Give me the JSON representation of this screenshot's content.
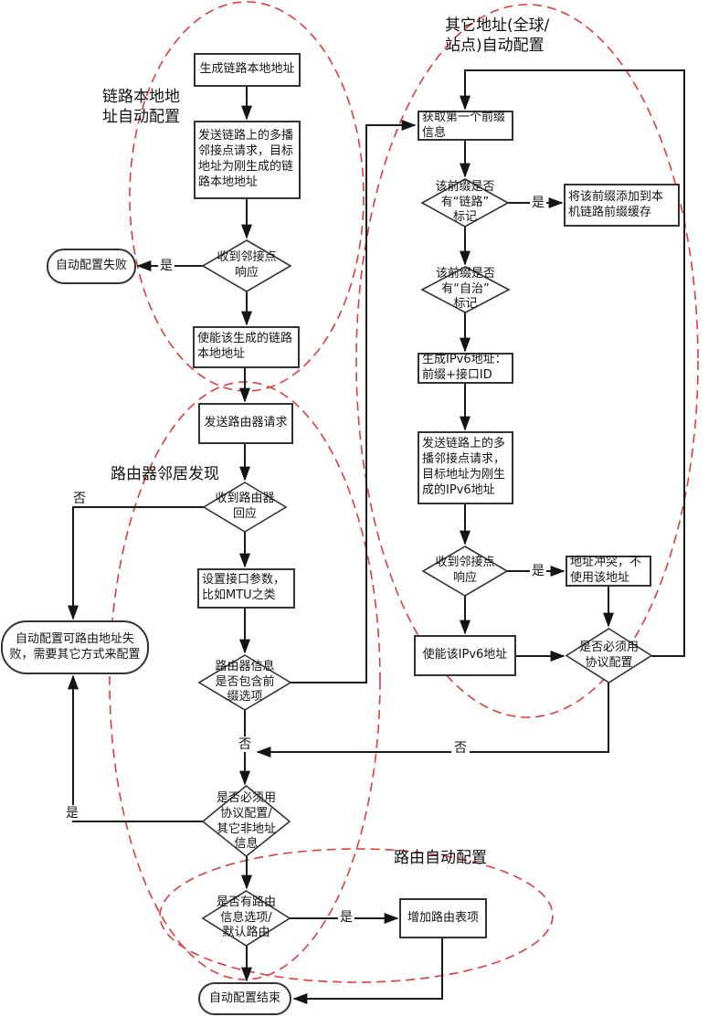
{
  "sections": {
    "link_local": "链路本地地\n址自动配置",
    "router_nd": "路由器邻居发现",
    "other_addr": "其它地址(全球/\n站点)自动配置",
    "route_auto": "路由自动配置"
  },
  "nodes": {
    "gen_link_local": "生成链路本地地址",
    "send_ns_link_local": "发送链路上的多播\n邻接点请求，目标\n地址为刚生成的链\n路本地地址",
    "recv_neighbor_resp1": "收到邻接点\n响应",
    "autoconfig_fail": "自动配置失败",
    "enable_link_local": "使能该生成的链路\n本地地址",
    "send_rs": "发送路由器请求",
    "recv_router_resp": "收到路由器\n回应",
    "set_iface_params": "设置接口参数，\n比如MTU之类",
    "routable_fail": "自动配置可路由地址失\n败，需要其它方式来配置",
    "router_info_prefix": "路由器信息\n是否包含前\n缀选项",
    "need_proto_other": "是否必须用\n协议配置/\n其它非地址\n信息",
    "route_info_option": "是否有路由\n信息选项/\n默认路由",
    "add_route_entry": "增加路由表项",
    "autoconfig_end": "自动配置结束",
    "get_first_prefix": "获取第一个前缀\n信息",
    "prefix_link_flag": "该前缀是否\n有“链路”\n标记",
    "add_prefix_cache": "将该前缀添加到本\n机链路前缀缓存",
    "prefix_auto_flag": "该前缀是否\n有“自治”\n标记",
    "gen_ipv6": "生成IPv6地址：\n前缀+接口ID",
    "send_ns_ipv6": "发送链路上的多\n播邻接点请求，\n目标地址为刚生\n成的IPv6地址",
    "recv_neighbor_resp2": "收到邻接点\n响应",
    "addr_conflict": "地址冲突，不\n使用该地址",
    "enable_ipv6": "使能该IPv6地址",
    "need_proto": "是否必须用\n协议配置"
  },
  "edge_labels": {
    "yes1": "是",
    "no1": "否",
    "yes2": "是",
    "no2": "否",
    "yes3": "是",
    "yes4": "是",
    "yes5": "是",
    "no3": "否"
  },
  "colors": {
    "section_outline": "#e23b3b",
    "connector": "#1a1a1a",
    "shape_border": "#333333",
    "background": "#ffffff"
  }
}
